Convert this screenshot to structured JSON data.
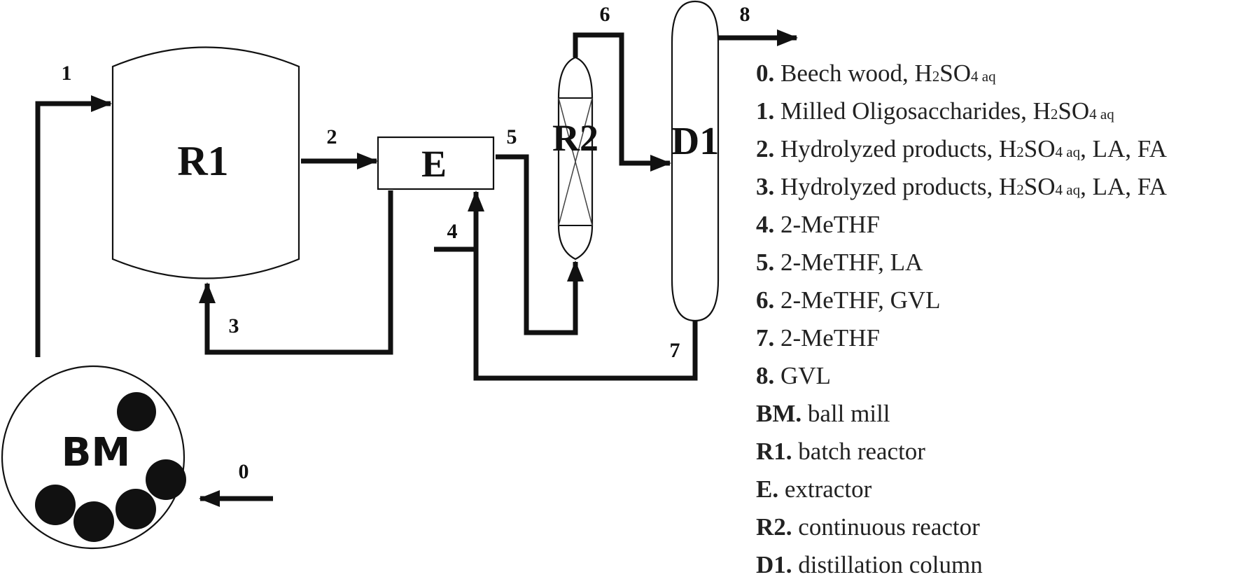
{
  "units": {
    "r1": "R1",
    "e": "E",
    "r2": "R2",
    "d1": "D1",
    "bm": "BM"
  },
  "streams": [
    "0",
    "1",
    "2",
    "3",
    "4",
    "5",
    "6",
    "7",
    "8"
  ],
  "legend": [
    {
      "key": "0.",
      "parts": [
        {
          "text": " Beech wood, H"
        },
        {
          "text": "2",
          "sub": true
        },
        {
          "text": "SO"
        },
        {
          "text": "4 aq",
          "sub": true
        }
      ]
    },
    {
      "key": "1.",
      "parts": [
        {
          "text": " Milled Oligosaccharides, H"
        },
        {
          "text": "2",
          "sub": true
        },
        {
          "text": "SO"
        },
        {
          "text": "4 aq",
          "sub": true
        }
      ]
    },
    {
      "key": "2.",
      "parts": [
        {
          "text": " Hydrolyzed products, H"
        },
        {
          "text": "2",
          "sub": true
        },
        {
          "text": "SO"
        },
        {
          "text": "4 aq",
          "sub": true
        },
        {
          "text": ", LA, FA"
        }
      ]
    },
    {
      "key": "3.",
      "parts": [
        {
          "text": " Hydrolyzed products, H"
        },
        {
          "text": "2",
          "sub": true
        },
        {
          "text": "SO"
        },
        {
          "text": "4 aq",
          "sub": true
        },
        {
          "text": ", LA, FA"
        }
      ]
    },
    {
      "key": "4.",
      "parts": [
        {
          "text": " 2-MeTHF"
        }
      ]
    },
    {
      "key": "5.",
      "parts": [
        {
          "text": " 2-MeTHF, LA"
        }
      ]
    },
    {
      "key": "6.",
      "parts": [
        {
          "text": " 2-MeTHF, GVL"
        }
      ]
    },
    {
      "key": "7.",
      "parts": [
        {
          "text": " 2-MeTHF"
        }
      ]
    },
    {
      "key": "8.",
      "parts": [
        {
          "text": " GVL"
        }
      ]
    },
    {
      "key": "BM.",
      "parts": [
        {
          "text": " ball mill"
        }
      ]
    },
    {
      "key": "R1.",
      "parts": [
        {
          "text": " batch reactor"
        }
      ]
    },
    {
      "key": "E.",
      "parts": [
        {
          "text": " extractor"
        }
      ]
    },
    {
      "key": "R2.",
      "parts": [
        {
          "text": " continuous reactor"
        }
      ]
    },
    {
      "key": "D1.",
      "parts": [
        {
          "text": " distillation column"
        }
      ]
    }
  ],
  "colors": {
    "line": "#111111",
    "fill": "#ffffff",
    "text": "#222222"
  }
}
